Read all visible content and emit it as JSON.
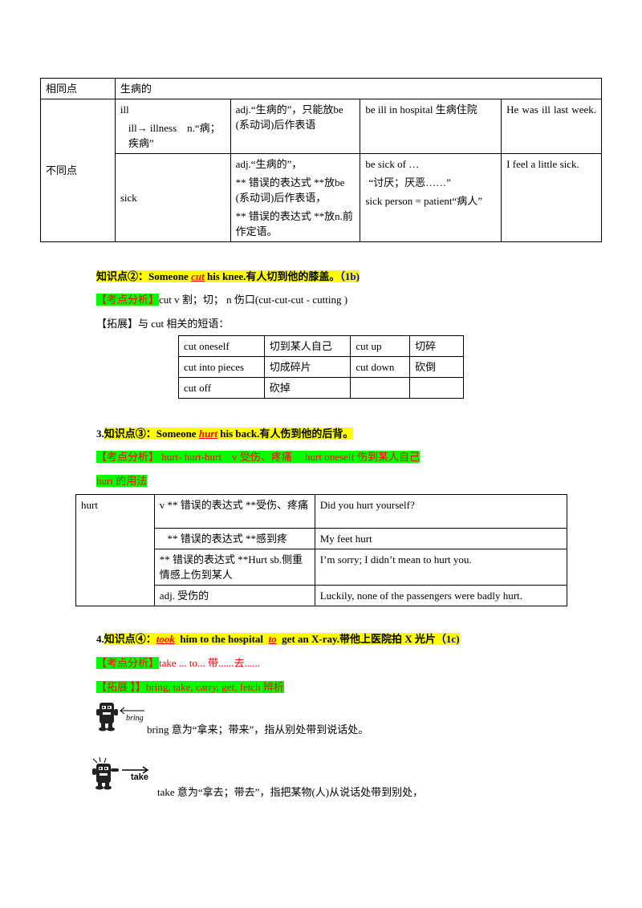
{
  "table1": {
    "same_label": "相同点",
    "same_value": "生病的",
    "diff_label": "不同点",
    "ill": {
      "word": "ill",
      "derive": "ill→ illness　n.“病；疾病”",
      "usage": "adj.“生病的”，只能放be (系动词)后作表语",
      "phrase": "be ill in hospital  生病住院",
      "example": "He was ill last week."
    },
    "sick": {
      "word": "sick",
      "usage1": "adj.“生病的”，",
      "usage2": "** 错误的表达式 **放be (系动词)后作表语，",
      "usage3": "** 错误的表达式 **放n.前作定语。",
      "phrase1": " be sick of …",
      "phrase2": "“讨厌；厌恶……”",
      "phrase3": "sick person = patient“病人”",
      "example": "I feel a little sick."
    }
  },
  "kp2": {
    "prefix": "知识点②：Someone ",
    "keyword": "cut",
    "suffix": " his knee.有人切到他的膝盖。",
    "ref": "（1b)",
    "analysis_tag": "【考点分析】",
    "analysis_text": "cut v  割；切；  n  伤口(cut-cut-cut - cutting )",
    "extend": "【拓展】与 cut  相关的短语：",
    "phrases": [
      [
        "cut oneself",
        "切到某人自己",
        "cut up",
        "切碎"
      ],
      [
        "cut into pieces",
        "切成碎片",
        "cut down",
        "砍倒"
      ],
      [
        "cut off",
        "砍掉",
        "",
        ""
      ]
    ]
  },
  "kp3": {
    "num": "3.",
    "prefix": "知识点③：Someone ",
    "keyword": "hurt",
    "suffix": " his back.有人伤到他的后背。",
    "analysis_tag": "【考点分析】",
    "analysis_text": " hurt- hurt-hurt　v  受伤、疼痛　 hurt oneself  伤到某人自己",
    "usage_title": " hurt 的用法",
    "table_word": "hurt",
    "rows": [
      [
        "v ** 错误的表达式 **受伤、疼痛",
        "Did you hurt yourself?"
      ],
      [
        "   ** 错误的表达式 **感到疼",
        "My feet hurt"
      ],
      [
        "** 错误的表达式 **Hurt sb.侧重情感上伤到某人",
        "I’m sorry; I didn’t mean to hurt you."
      ],
      [
        "adj.   受伤的",
        "Luckily, none of the passengers were badly hurt."
      ]
    ]
  },
  "kp4": {
    "num": "4.",
    "prefix": "知识点④：",
    "keyword1": "took",
    "mid1": "  him to the hospital  ",
    "keyword2": "to",
    "mid2": "  get an X-ray.带他上医院拍 X 光片",
    "ref": "（1c)",
    "analysis_tag": "【考点分析】",
    "analysis_text": "take ... to...  带......去......",
    "extend": "【拓展 】】bring, take, carry, get, fetch 辨析",
    "bring_label": "bring",
    "bring_text": "bring 意为“拿来；带来”，指从别处带到说话处。",
    "take_label": "take",
    "take_text": "take 意为“拿去；带去”，指把某物(人)从说话处带到别处，"
  }
}
